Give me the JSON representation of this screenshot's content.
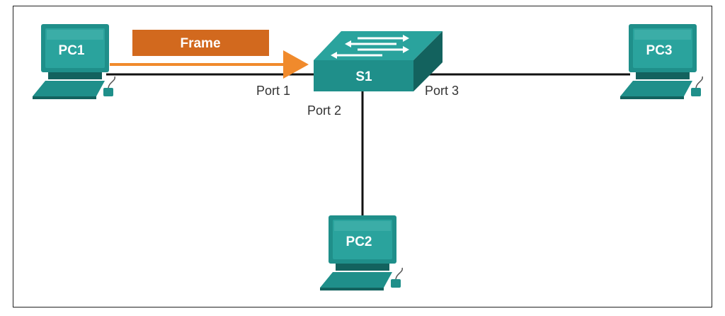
{
  "devices": {
    "pc1": {
      "label": "PC1"
    },
    "pc2": {
      "label": "PC2"
    },
    "pc3": {
      "label": "PC3"
    },
    "switch": {
      "label": "S1"
    }
  },
  "ports": {
    "port1": "Port 1",
    "port2": "Port 2",
    "port3": "Port 3"
  },
  "frame": {
    "label": "Frame"
  },
  "colors": {
    "device_fill": "#1f8f8a",
    "device_dark": "#13625e",
    "device_light": "#6cc3bd",
    "frame_fill": "#d2691e",
    "arrow": "#f08a2c",
    "link": "#111111"
  }
}
